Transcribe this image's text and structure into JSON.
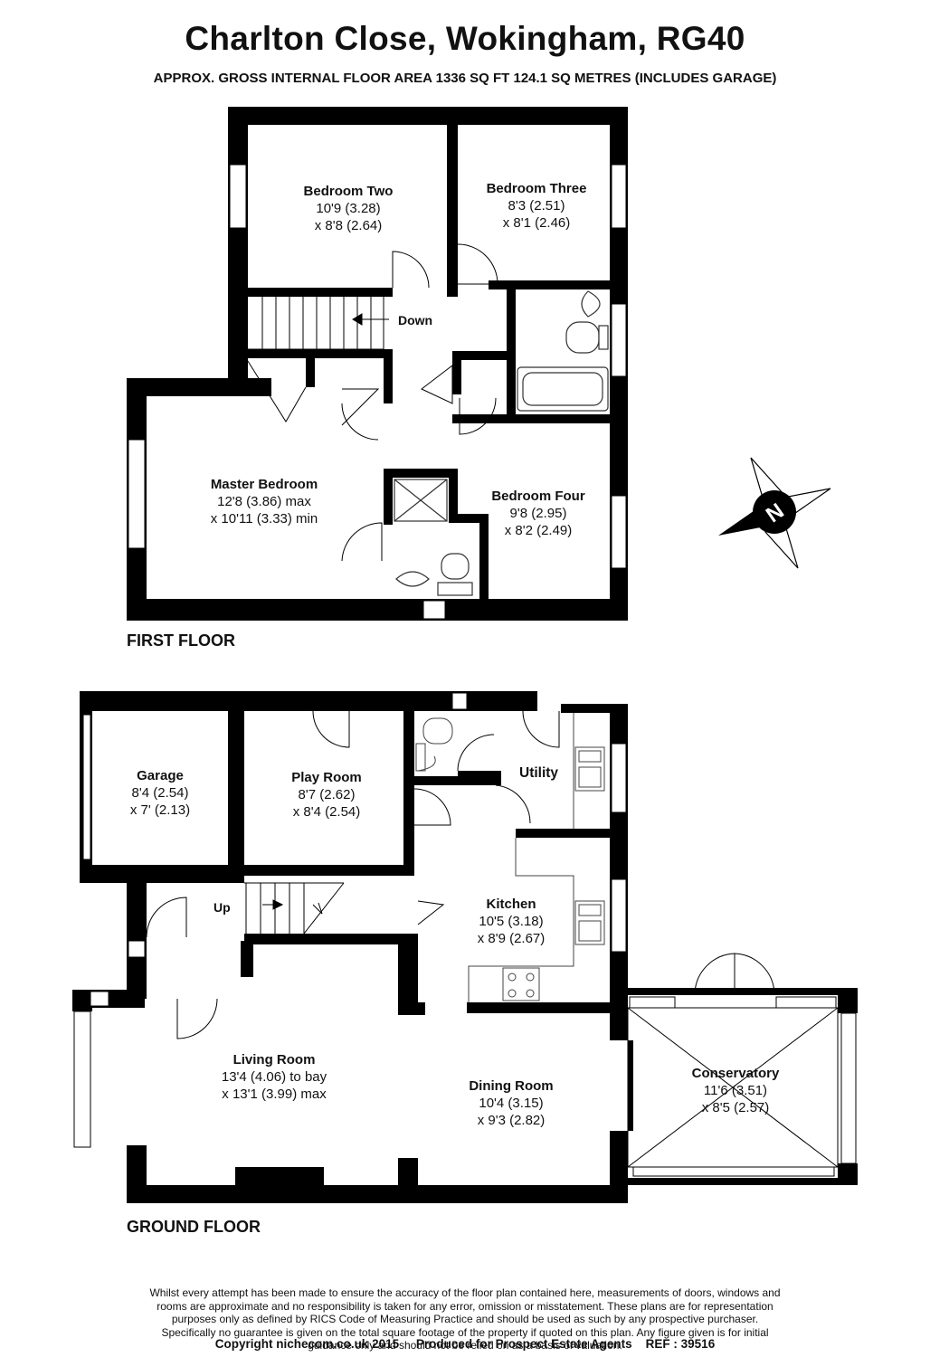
{
  "header": {
    "title": "Charlton Close, Wokingham, RG40",
    "subtitle": "APPROX. GROSS INTERNAL FLOOR AREA 1336 SQ FT 124.1 SQ METRES (INCLUDES GARAGE)"
  },
  "first_floor": {
    "label": "FIRST FLOOR",
    "stair_label": "Down",
    "rooms": [
      {
        "name": "Bedroom Two",
        "dim1": "10'9 (3.28)",
        "dim2": "x 8'8 (2.64)"
      },
      {
        "name": "Bedroom Three",
        "dim1": "8'3 (2.51)",
        "dim2": "x 8'1 (2.46)"
      },
      {
        "name": "Master Bedroom",
        "dim1": "12'8 (3.86) max",
        "dim2": "x 10'11 (3.33) min"
      },
      {
        "name": "Bedroom Four",
        "dim1": "9'8 (2.95)",
        "dim2": "x 8'2 (2.49)"
      }
    ]
  },
  "ground_floor": {
    "label": "GROUND FLOOR",
    "stair_label": "Up",
    "utility_label": "Utility",
    "rooms": [
      {
        "name": "Garage",
        "dim1": "8'4 (2.54)",
        "dim2": "x 7' (2.13)"
      },
      {
        "name": "Play Room",
        "dim1": "8'7 (2.62)",
        "dim2": "x 8'4 (2.54)"
      },
      {
        "name": "Kitchen",
        "dim1": "10'5 (3.18)",
        "dim2": "x 8'9 (2.67)"
      },
      {
        "name": "Living Room",
        "dim1": "13'4 (4.06) to bay",
        "dim2": "x 13'1 (3.99) max"
      },
      {
        "name": "Dining Room",
        "dim1": "10'4 (3.15)",
        "dim2": "x 9'3 (2.82)"
      },
      {
        "name": "Conservatory",
        "dim1": "11'6 (3.51)",
        "dim2": "x 8'5 (2.57)"
      }
    ]
  },
  "compass": {
    "icon": "north-compass-icon",
    "letter": "N"
  },
  "footer": {
    "disclaimer": [
      "Whilst every attempt has been made to ensure the accuracy of the floor plan contained here, measurements of doors, windows and",
      "rooms are approximate and no responsibility is taken for any error, omission or misstatement. These plans are for representation",
      "purposes only as defined by RICS Code of Measuring Practice and should be used as such by any prospective purchaser.",
      "Specifically no guarantee is given on the total square footage of the property if quoted on this plan. Any figure given is for initial",
      "guidance only and should not be relied on as a basis of valuation."
    ],
    "copyright": "Copyright nichecom.co.uk 2015     Produced for Prospect Estate Agents    REF : 39516"
  },
  "colors": {
    "wall": "#000000",
    "fixture": "#444444",
    "background": "#ffffff"
  }
}
